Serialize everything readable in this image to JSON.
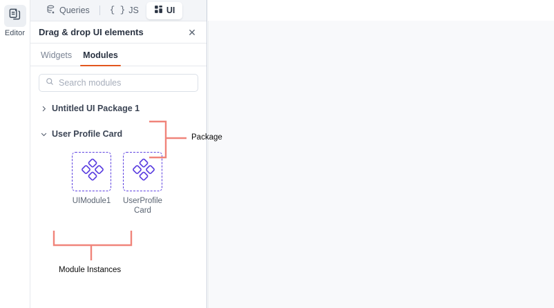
{
  "rail": {
    "items": [
      {
        "label": "Editor",
        "icon": "editor-pages-icon",
        "selected": true
      }
    ]
  },
  "panel": {
    "top_tabs": [
      {
        "label": "Queries",
        "icon": "database-query-icon",
        "selected": false
      },
      {
        "label": "JS",
        "icon": "curly-braces-icon",
        "selected": false
      },
      {
        "label": "UI",
        "icon": "grid-squares-icon",
        "selected": true
      }
    ],
    "title": "Drag & drop UI elements",
    "close_icon": "close-icon",
    "close_glyph": "✕",
    "sub_tabs": [
      {
        "label": "Widgets",
        "selected": false
      },
      {
        "label": "Modules",
        "selected": true
      }
    ],
    "search": {
      "placeholder": "Search modules",
      "value": "",
      "icon": "search-icon"
    },
    "tree": [
      {
        "label": "Untitled UI Package 1",
        "expanded": false,
        "chevron": "chevron-right-icon"
      },
      {
        "label": "User Profile Card",
        "expanded": true,
        "chevron": "chevron-down-icon"
      }
    ],
    "modules": [
      {
        "name": "UIModule1",
        "icon": "module-diamond-cluster-icon"
      },
      {
        "name": "UserProfileCard",
        "icon": "module-diamond-cluster-icon"
      }
    ]
  },
  "annotations": [
    {
      "id": "package",
      "label": "Package"
    },
    {
      "id": "module_instances",
      "label": "Module Instances"
    }
  ],
  "colors": {
    "accent_orange": "#e2561d",
    "annotation_salmon": "#f0847a",
    "module_purple": "#5b3fe0",
    "panel_border": "#c8cfda",
    "canvas_bg": "#f8f9fb",
    "tabstrip_bg": "#f3f5f8",
    "text_dark": "#2a3342",
    "text_muted": "#7b8494"
  }
}
